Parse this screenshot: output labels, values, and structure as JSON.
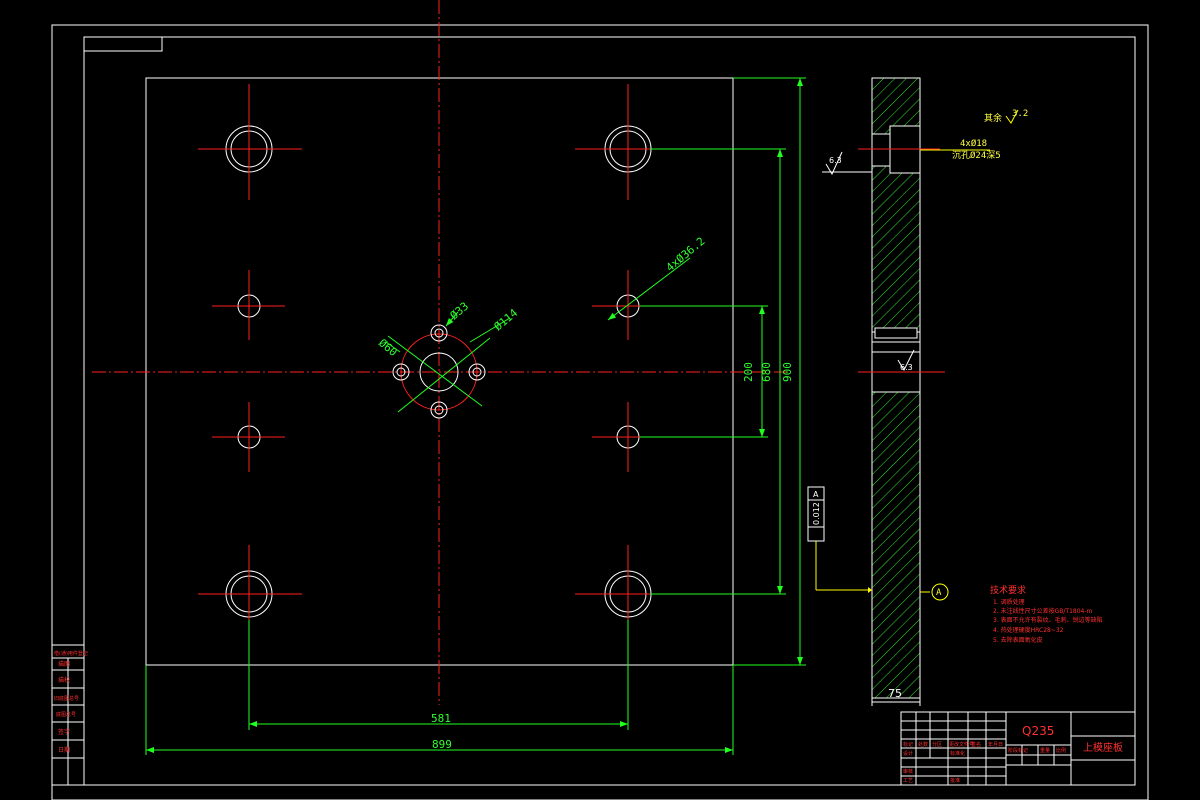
{
  "dimensions": {
    "d60": "Ø60",
    "d33": "Ø33",
    "d114": "Ø114",
    "holes_4x": "4xØ36.2",
    "d200": "200",
    "d680": "680",
    "d900": "900",
    "d581": "581",
    "d899": "899",
    "d75": "75",
    "rough1": "6.3",
    "rough2": "6.3",
    "rough_corner": "其余",
    "rough_corner_val": "3.2",
    "hole_note1": "4xØ18",
    "hole_note2": "沉孔Ø24深5",
    "tolerance": "0.012",
    "datum": "A"
  },
  "tech_requirements": {
    "title": "技术要求",
    "items": [
      "1. 调质处理",
      "2. 未注线性尺寸公差按GB/T1804-m",
      "3. 表面不允许有裂纹、毛刺、锐边等缺陷",
      "4. 热处理硬度HRC28~32",
      "5. 去除表面氧化皮"
    ]
  },
  "title_block": {
    "material": "Q235",
    "part_name": "上模座板",
    "small_cells": [
      "标记",
      "处数",
      "分区",
      "更改文件号",
      "签名",
      "年月日"
    ],
    "row_labels": [
      "设计",
      "审核",
      "工艺",
      "标准化",
      "批准"
    ],
    "stage_labels": [
      "阶段标记",
      "重量",
      "比例"
    ]
  },
  "left_strip": {
    "labels": [
      "借(通)用件登记",
      "描图",
      "描校",
      "旧底图总号",
      "底图总号",
      "签字",
      "日期"
    ]
  }
}
